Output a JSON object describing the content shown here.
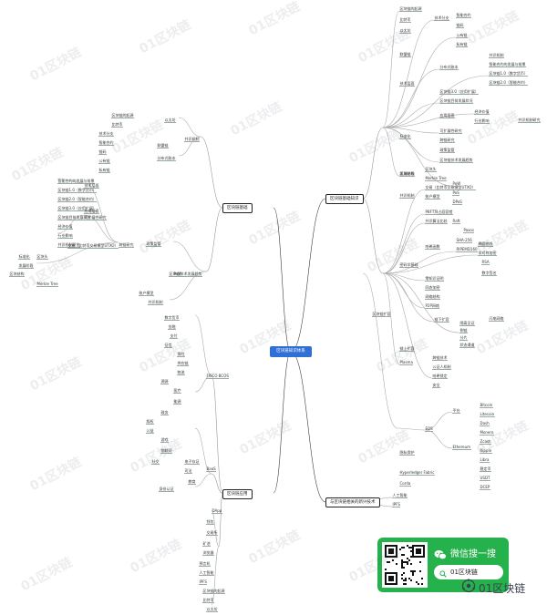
{
  "root": {
    "label": "区块链知识体系"
  },
  "branches": {
    "basic": "区块链基础",
    "application": "区块链应用",
    "technology": "区块链基础知识",
    "emerging": "与区块链相关的新兴技术"
  },
  "nodes": {
    "b_1": "区块链的起源",
    "b_2": "比特币",
    "b_3": "以太坊",
    "b_4": "技术分支",
    "b_5": "智能合约",
    "b_6": "链码",
    "b_7": "公有链",
    "b_8": "私有链",
    "b_9": "联盟链",
    "b_10": "分布式账本",
    "b_11": "共识机制",
    "b_12": "智能合约的发展与前景",
    "b_13": "区块链1.0（数字货币）",
    "b_14": "区块链2.0（智能合约）",
    "b_15": "区块链3.0（应用扩展）",
    "b_16": "区块链目前发展状况",
    "b_17": "技术层面",
    "b_18": "应用层面",
    "b_19": "经济价值",
    "b_20": "行业影响",
    "b_21": "共识机制研究",
    "b_22": "可扩展性研究",
    "b_23": "跨链研究",
    "b_24": "政策监管",
    "b_25": "区块链技术发展趋势",
    "b_26": "标准化",
    "b_27": "发展阶段",
    "t_1": "区块结构",
    "t_2": "区块头",
    "t_3": "Merkle Tree",
    "t_4": "交易（比特币交易模型UTXO）",
    "t_5": "账户模型",
    "t_6": "共识机制",
    "t_7": "PoW",
    "t_8": "PoS",
    "t_9": "DPoS",
    "t_10": "PBFT拜占庭容错",
    "t_11": "Raft",
    "t_12": "Paxos",
    "t_13": "共识算法比较",
    "t_14": "密码学基础",
    "t_15": "SHA-256",
    "t_16": "RIPEMD160",
    "t_17": "哈希函数",
    "t_18": "椭圆曲线",
    "t_19": "非对称加密",
    "t_20": "RSA",
    "t_21": "数字签名",
    "t_22": "零知识证明",
    "t_23": "同态加密",
    "t_24": "网络结构",
    "t_25": "P2P网络",
    "t_26": "区块链扩容",
    "t_27": "链上扩容",
    "t_28": "链下扩容",
    "t_29": "隔离见证",
    "t_30": "闪电网络",
    "t_31": "侧链",
    "t_32": "分片",
    "t_33": "状态通道",
    "t_34": "Plasma",
    "t_35": "跨链技术",
    "t_36": "公证人机制",
    "t_37": "哈希锁定",
    "t_38": "安全",
    "t_39": "隐私保护",
    "a_1": "数字货币",
    "a_2": "金融",
    "a_3": "支付",
    "a_4": "征信",
    "a_5": "保险",
    "a_6": "供应链",
    "a_7": "物流",
    "a_8": "溯源",
    "a_9": "医疗",
    "a_10": "能源",
    "a_11": "政务",
    "a_12": "版权",
    "a_13": "公益",
    "a_14": "游戏",
    "a_15": "物联网",
    "a_16": "社交",
    "a_17": "电子存证",
    "a_18": "司法",
    "a_19": "教育",
    "a_20": "身份认证",
    "a_21": "Bitcoin",
    "a_22": "Litecoin",
    "a_23": "Dash",
    "a_24": "Monero",
    "a_25": "Zcash",
    "a_26": "Ripple",
    "a_27": "Libra",
    "a_28": "稳定币",
    "a_29": "USDT",
    "a_30": "DCEP",
    "a_31": "平台",
    "a_32": "Ethereum",
    "a_33": "EOS",
    "a_34": "Hyperledger Fabric",
    "a_35": "Corda",
    "a_36": "FISCO BCOS",
    "a_37": "BaaS",
    "a_38": "DApp",
    "a_39": "钱包",
    "a_40": "交易所",
    "a_41": "矿池",
    "a_42": "浏览器",
    "a_43": "预言机",
    "e_1": "人工智能",
    "e_2": "IPFS"
  },
  "qr_card": {
    "wechat_label": "微信搜一搜",
    "search_label": "01区块链"
  },
  "brand": {
    "label": "01区块链"
  },
  "watermark": {
    "label": "01区块链"
  }
}
